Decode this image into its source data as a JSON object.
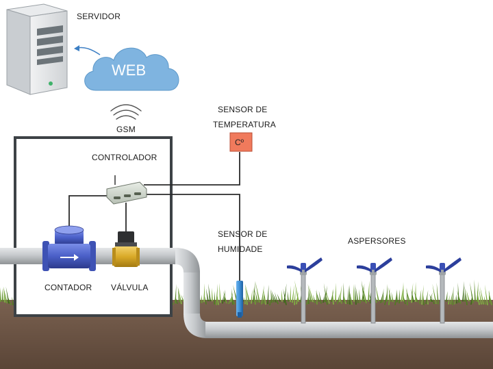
{
  "labels": {
    "server": "SERVIDOR",
    "web": "WEB",
    "gsm": "GSM",
    "controller": "CONTROLADOR",
    "temp_sensor_line1": "SENSOR DE",
    "temp_sensor_line2": "TEMPERATURA",
    "temp_symbol": "Cº",
    "humidity_sensor_line1": "SENSOR DE",
    "humidity_sensor_line2": "HUMIDADE",
    "sprinklers": "ASPERSORES",
    "meter": "CONTADOR",
    "valve": "VÁLVULA"
  },
  "icons": {
    "server": "server-tower-icon",
    "cloud": "cloud-icon",
    "signal": "wireless-signal-icon",
    "controller": "controller-device-icon",
    "temperature": "temperature-sensor-icon",
    "humidity": "humidity-probe-icon",
    "sprinkler": "sprinkler-icon",
    "meter": "water-meter-icon",
    "valve": "solenoid-valve-icon"
  },
  "colors": {
    "cloud": "#7fb4e0",
    "temp_sensor": "#f07a5c",
    "pipe": "#c9ccce",
    "meter": "#4a5fc8",
    "valve": "#d9a928",
    "probe": "#3d8fd6",
    "sprinkler_head": "#2c3f9c",
    "soil": "#6b5645",
    "grass": "#5c8a2a"
  }
}
